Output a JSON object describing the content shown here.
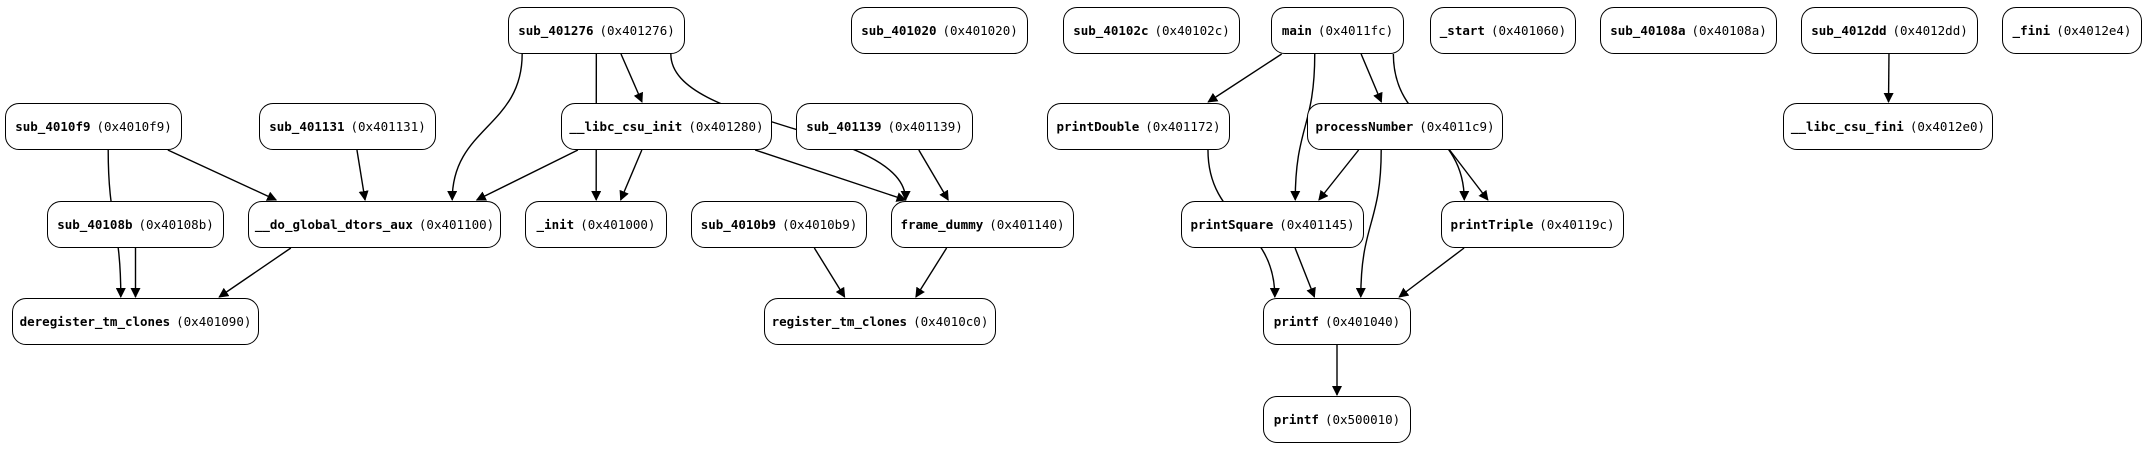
{
  "nodes": [
    {
      "id": "n_401276",
      "name": "sub_401276",
      "addr": "(0x401276)"
    },
    {
      "id": "n_401020",
      "name": "sub_401020",
      "addr": "(0x401020)"
    },
    {
      "id": "n_40102c",
      "name": "sub_40102c",
      "addr": "(0x40102c)"
    },
    {
      "id": "n_main",
      "name": "main",
      "addr": "(0x4011fc)"
    },
    {
      "id": "n_start",
      "name": "_start",
      "addr": "(0x401060)"
    },
    {
      "id": "n_40108a",
      "name": "sub_40108a",
      "addr": "(0x40108a)"
    },
    {
      "id": "n_4012dd",
      "name": "sub_4012dd",
      "addr": "(0x4012dd)"
    },
    {
      "id": "n_fini",
      "name": "_fini",
      "addr": "(0x4012e4)"
    },
    {
      "id": "n_4010f9",
      "name": "sub_4010f9",
      "addr": "(0x4010f9)"
    },
    {
      "id": "n_401131",
      "name": "sub_401131",
      "addr": "(0x401131)"
    },
    {
      "id": "n_csuinit",
      "name": "__libc_csu_init",
      "addr": "(0x401280)"
    },
    {
      "id": "n_401139",
      "name": "sub_401139",
      "addr": "(0x401139)"
    },
    {
      "id": "n_pdouble",
      "name": "printDouble",
      "addr": "(0x401172)"
    },
    {
      "id": "n_pnumber",
      "name": "processNumber",
      "addr": "(0x4011c9)"
    },
    {
      "id": "n_csufini",
      "name": "__libc_csu_fini",
      "addr": "(0x4012e0)"
    },
    {
      "id": "n_40108b",
      "name": "sub_40108b",
      "addr": "(0x40108b)"
    },
    {
      "id": "n_dtors",
      "name": "__do_global_dtors_aux",
      "addr": "(0x401100)"
    },
    {
      "id": "n_init",
      "name": "_init",
      "addr": "(0x401000)"
    },
    {
      "id": "n_4010b9",
      "name": "sub_4010b9",
      "addr": "(0x4010b9)"
    },
    {
      "id": "n_fdummy",
      "name": "frame_dummy",
      "addr": "(0x401140)"
    },
    {
      "id": "n_psquare",
      "name": "printSquare",
      "addr": "(0x401145)"
    },
    {
      "id": "n_ptriple",
      "name": "printTriple",
      "addr": "(0x40119c)"
    },
    {
      "id": "n_dereg",
      "name": "deregister_tm_clones",
      "addr": "(0x401090)"
    },
    {
      "id": "n_reg",
      "name": "register_tm_clones",
      "addr": "(0x4010c0)"
    },
    {
      "id": "n_printf1",
      "name": "printf",
      "addr": "(0x401040)"
    },
    {
      "id": "n_printf2",
      "name": "printf",
      "addr": "(0x500010)"
    }
  ],
  "edges": [
    {
      "from": "n_401276",
      "to": "n_dtors"
    },
    {
      "from": "n_401276",
      "to": "n_init"
    },
    {
      "from": "n_401276",
      "to": "n_csuinit"
    },
    {
      "from": "n_401276",
      "to": "n_fdummy"
    },
    {
      "from": "n_4010f9",
      "to": "n_dtors"
    },
    {
      "from": "n_4010f9",
      "to": "n_dereg"
    },
    {
      "from": "n_401131",
      "to": "n_dtors"
    },
    {
      "from": "n_csuinit",
      "to": "n_dtors"
    },
    {
      "from": "n_csuinit",
      "to": "n_init"
    },
    {
      "from": "n_csuinit",
      "to": "n_fdummy"
    },
    {
      "from": "n_401139",
      "to": "n_fdummy"
    },
    {
      "from": "n_40108b",
      "to": "n_dereg"
    },
    {
      "from": "n_dtors",
      "to": "n_dereg"
    },
    {
      "from": "n_4010b9",
      "to": "n_reg"
    },
    {
      "from": "n_fdummy",
      "to": "n_reg"
    },
    {
      "from": "n_main",
      "to": "n_pdouble"
    },
    {
      "from": "n_main",
      "to": "n_psquare"
    },
    {
      "from": "n_main",
      "to": "n_pnumber"
    },
    {
      "from": "n_main",
      "to": "n_ptriple"
    },
    {
      "from": "n_pnumber",
      "to": "n_psquare"
    },
    {
      "from": "n_pnumber",
      "to": "n_printf1"
    },
    {
      "from": "n_pnumber",
      "to": "n_ptriple"
    },
    {
      "from": "n_pdouble",
      "to": "n_printf1"
    },
    {
      "from": "n_psquare",
      "to": "n_printf1"
    },
    {
      "from": "n_ptriple",
      "to": "n_printf1"
    },
    {
      "from": "n_printf1",
      "to": "n_printf2"
    },
    {
      "from": "n_4012dd",
      "to": "n_csufini"
    }
  ]
}
